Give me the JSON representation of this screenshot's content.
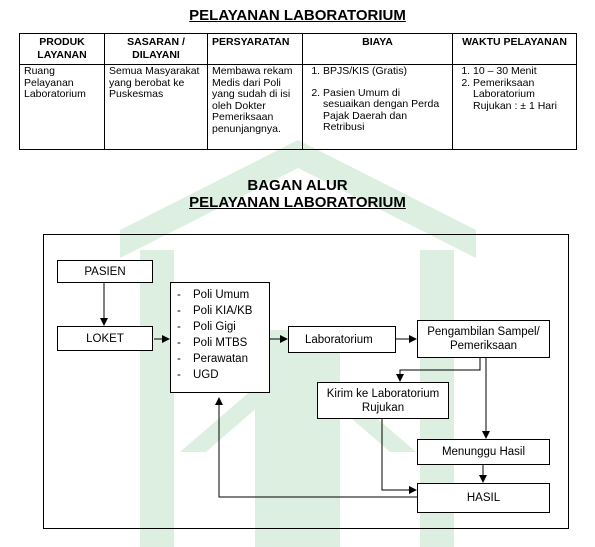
{
  "title": "PELAYANAN LABORATORIUM",
  "table": {
    "headers": [
      "PRODUK LAYANAN",
      "SASARAN / DILAYANI",
      "PERSYARATAN",
      "BIAYA",
      "WAKTU PELAYANAN"
    ],
    "row": {
      "produk": "Ruang Pelayanan Laboratorium",
      "sasaran": "Semua Masyarakat yang berobat ke Puskesmas",
      "persyaratan": "Membawa rekam Medis dari Poli yang sudah di isi oleh Dokter Pemeriksaan penunjangnya.",
      "biaya": [
        "BPJS/KIS (Gratis)",
        "Pasien Umum di sesuaikan dengan Perda Pajak Daerah dan Retribusi"
      ],
      "waktu": [
        "10 – 30 Menit",
        "Pemeriksaan Laboratorium Rujukan : ± 1 Hari"
      ]
    }
  },
  "flow": {
    "title_line1": "BAGAN ALUR",
    "title_line2": "PELAYANAN LABORATORIUM",
    "nodes": {
      "pasien": "PASIEN",
      "loket": "LOKET",
      "laboratorium": "Laboratorium",
      "pengambilan": "Pengambilan Sampel/ Pemeriksaan",
      "kirim": "Kirim ke Laboratorium Rujukan",
      "menunggu": "Menunggu Hasil",
      "hasil": "HASIL"
    },
    "poli_dash": "-",
    "poli": [
      "Poli Umum",
      "Poli KIA/KB",
      "Poli Gigi",
      "Poli MTBS",
      "Perawatan",
      "UGD"
    ]
  },
  "colors": {
    "watermark": "#dcefe0"
  }
}
